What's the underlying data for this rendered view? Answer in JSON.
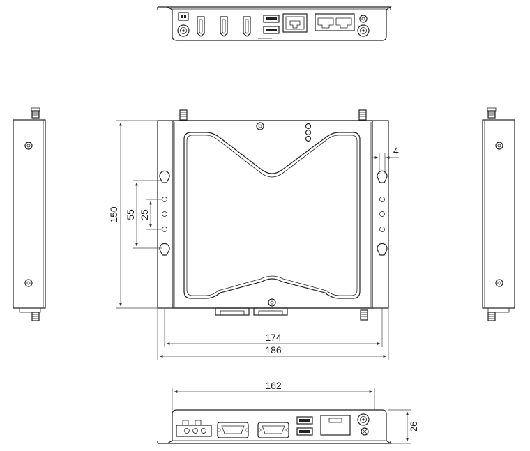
{
  "dimensions": {
    "height": "150",
    "hole_spacing_outer": "55",
    "hole_spacing_inner": "25",
    "side_offset": "4",
    "width_holes": "174",
    "width_overall": "186",
    "bottom_width": "162",
    "bottom_height": "26"
  },
  "views": [
    {
      "name": "front-io-view",
      "port_icons": [
        "antenna-connector-icon",
        "dc-power-jack-icon",
        "hdmi-port-icon",
        "hdmi-port-icon",
        "hdmi-port-icon",
        "usb-port-icon",
        "rj45-port-icon",
        "dual-rj45-port-icon",
        "audio-jack-icon"
      ]
    },
    {
      "name": "top-view",
      "port_icons": [
        "serial-port-icon",
        "serial-port-icon"
      ]
    },
    {
      "name": "left-side-view"
    },
    {
      "name": "right-side-view"
    },
    {
      "name": "rear-io-view",
      "port_icons": [
        "terminal-block-icon",
        "serial-port-icon",
        "serial-port-icon",
        "usb-port-icon",
        "sim-slot-icon",
        "antenna-connector-icon",
        "ground-screw-icon"
      ]
    }
  ]
}
